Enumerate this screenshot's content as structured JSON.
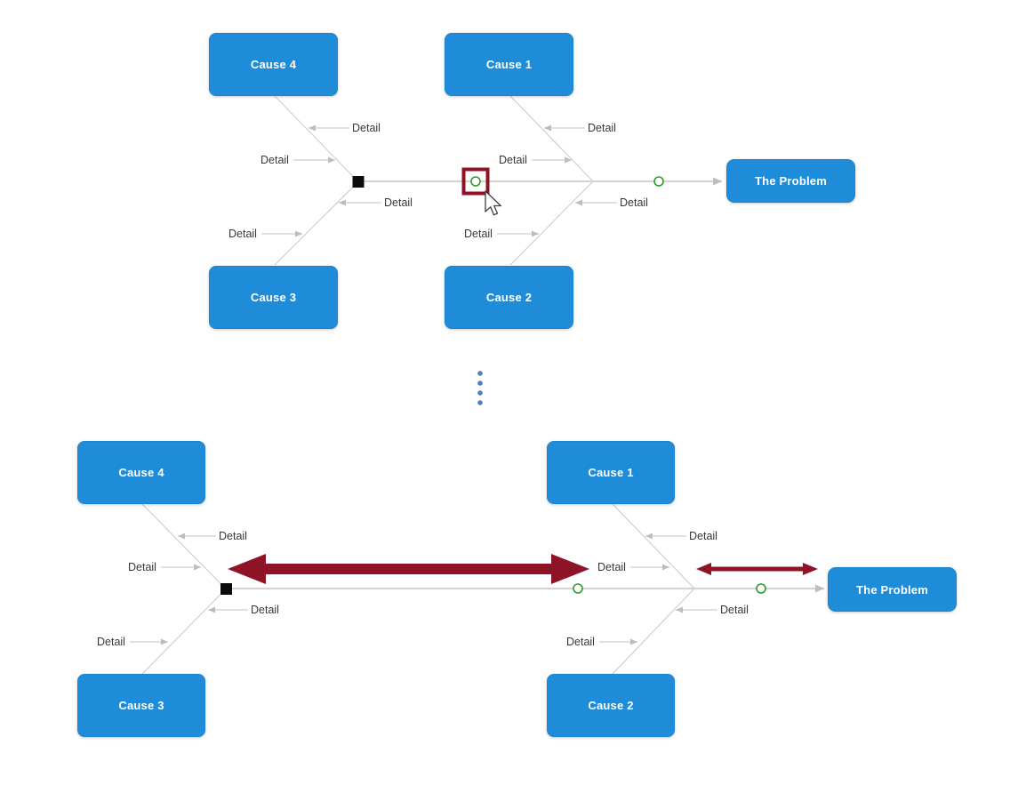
{
  "colors": {
    "node-blue": "#1e8cd9",
    "node-text": "#ffffff",
    "port-green": "#2f9b2f",
    "highlight-red": "#8e1326",
    "arrow-red": "#8e1326",
    "dots-blue": "#4d80bb",
    "label-text": "#383838",
    "junction-black": "#0b0b0b"
  },
  "top_diagram": {
    "causes": [
      {
        "label": "Cause 4"
      },
      {
        "label": "Cause 1"
      },
      {
        "label": "Cause 3"
      },
      {
        "label": "Cause 2"
      }
    ],
    "problem_label": "The Problem",
    "details": [
      "Detail",
      "Detail",
      "Detail",
      "Detail",
      "Detail",
      "Detail",
      "Detail",
      "Detail"
    ]
  },
  "bottom_diagram": {
    "causes": [
      {
        "label": "Cause 4"
      },
      {
        "label": "Cause 1"
      },
      {
        "label": "Cause 3"
      },
      {
        "label": "Cause 2"
      }
    ],
    "problem_label": "The Problem",
    "details": [
      "Detail",
      "Detail",
      "Detail",
      "Detail",
      "Detail",
      "Detail",
      "Detail",
      "Detail"
    ]
  }
}
